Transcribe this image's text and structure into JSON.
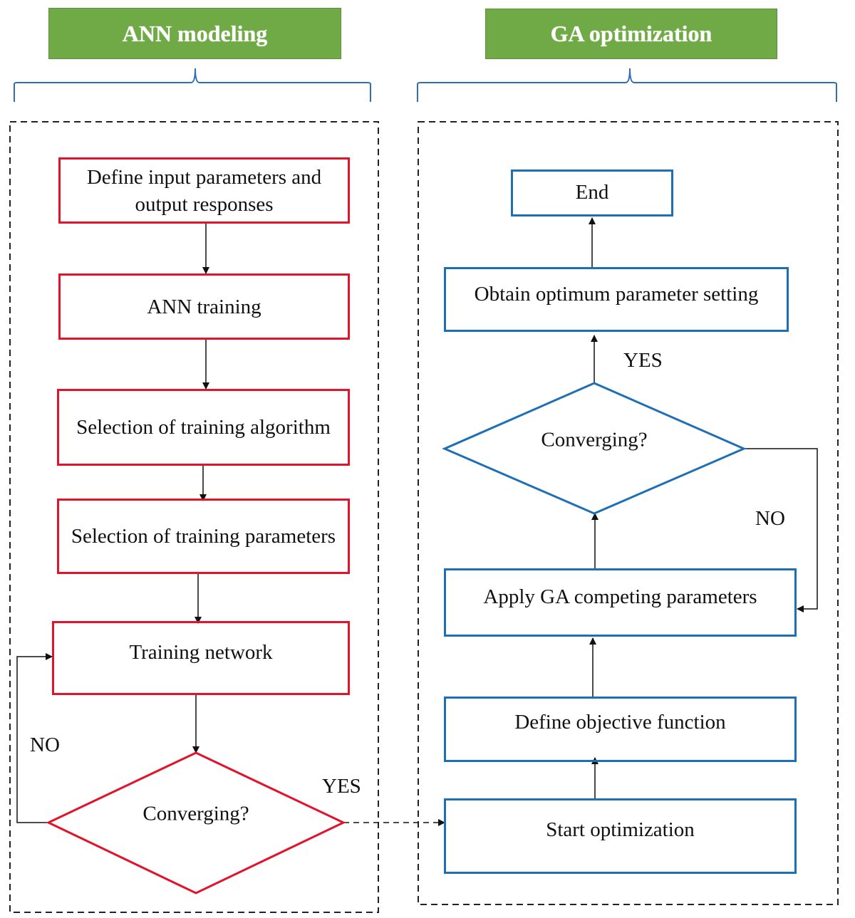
{
  "headers": {
    "ann": "ANN modeling",
    "ga": "GA optimization"
  },
  "ann_steps": [
    "Define input parameters and output responses",
    "ANN training",
    "Selection of training algorithm",
    "Selection of training parameters",
    "Training network"
  ],
  "ann_decision": "Converging?",
  "ann_no": "NO",
  "ann_yes": "YES",
  "ga_steps": {
    "end": "End",
    "obtain": "Obtain optimum parameter setting",
    "apply": "Apply GA competing parameters",
    "define": "Define objective function",
    "start": "Start optimization"
  },
  "ga_decision": "Converging?",
  "ga_yes": "YES",
  "ga_no": "NO",
  "colors": {
    "header_green": "#6faa46",
    "ann_red": "#e0142b",
    "ga_blue": "#1f6fb5",
    "brace_blue": "#2f6db5"
  }
}
